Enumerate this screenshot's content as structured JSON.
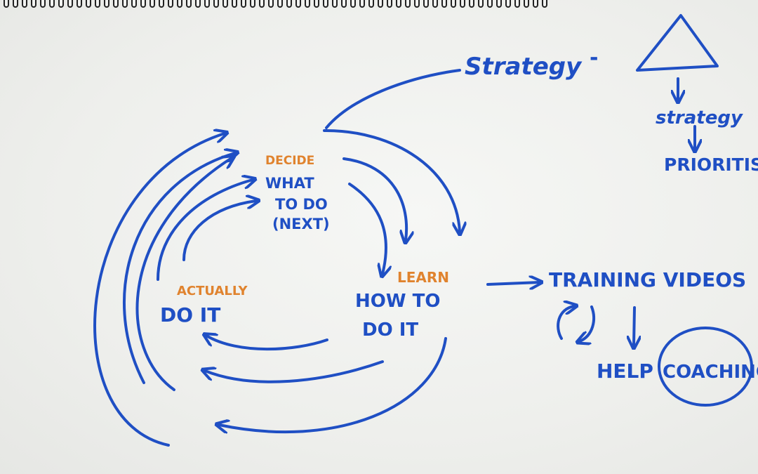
{
  "labels": {
    "strategy_top": "Strategy",
    "dash": "-",
    "strategy_small": "strategy",
    "prioritise": "PRIORITISE",
    "decide": "DECIDE",
    "what_to_do_1": "WHAT",
    "what_to_do_2": "TO DO",
    "what_to_do_3": "(NEXT)",
    "actually": "ACTUALLY",
    "do_it": "DO IT",
    "learn": "LEARN",
    "how_to_1": "HOW TO",
    "how_to_2": "DO IT",
    "training_videos": "TRAINING VIDEOS",
    "help": "HELP",
    "coaching": "COACHING"
  },
  "colors": {
    "blue_ink": "#1f4fc4",
    "orange_ink": "#e0832e",
    "board": "#f3f4f2"
  }
}
